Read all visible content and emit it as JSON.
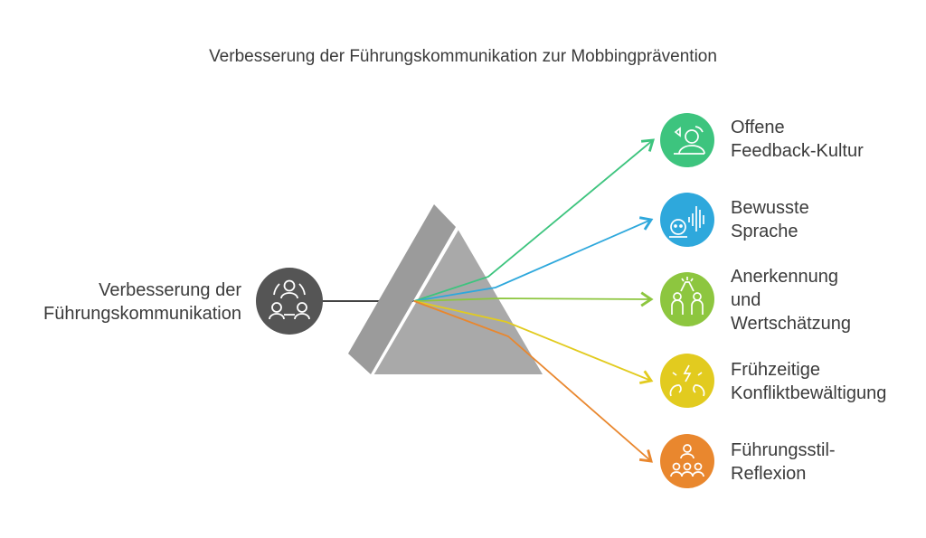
{
  "title": "Verbesserung der Führungskommunikation zur Mobbingprävention",
  "source": {
    "lines": [
      "Verbesserung der",
      "Führungskommunikation"
    ],
    "icon": "team-communication-icon",
    "color": "#555555"
  },
  "outputs": [
    {
      "lines": [
        "Offene",
        "Feedback-Kultur"
      ],
      "icon": "feedback-person-icon",
      "color": "#3dc47e"
    },
    {
      "lines": [
        "Bewusste",
        "Sprache"
      ],
      "icon": "speaking-head-icon",
      "color": "#2ea8dc"
    },
    {
      "lines": [
        "Anerkennung",
        "und",
        "Wertschätzung"
      ],
      "icon": "high-five-icon",
      "color": "#8dc63f"
    },
    {
      "lines": [
        "Frühzeitige",
        "Konfliktbewältigung"
      ],
      "icon": "conflict-icon",
      "color": "#e2cb1f"
    },
    {
      "lines": [
        "Führungsstil-",
        "Reflexion"
      ],
      "icon": "leader-group-icon",
      "color": "#e9872e"
    }
  ]
}
